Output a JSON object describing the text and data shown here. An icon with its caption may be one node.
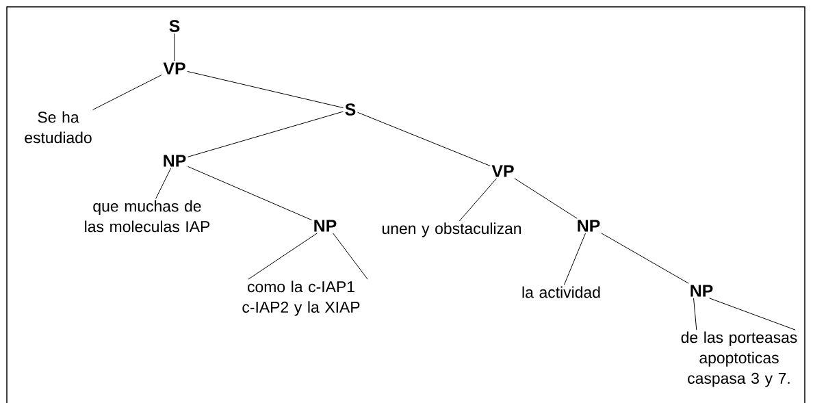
{
  "diagram": {
    "nodes": [
      {
        "text": [
          "S"
        ]
      },
      {
        "text": [
          "VP"
        ]
      },
      {
        "text": [
          "Se ha estudiado"
        ]
      },
      {
        "text": [
          "S"
        ]
      },
      {
        "text": [
          "NP"
        ]
      },
      {
        "text": [
          "VP"
        ]
      },
      {
        "text": [
          "que muchas de las moleculas IAP"
        ]
      },
      {
        "text": [
          "NP"
        ]
      },
      {
        "text": [
          "unen y obstaculizan"
        ]
      },
      {
        "text": [
          "NP"
        ]
      },
      {
        "text": [
          "como la c-IAP1 c-IAP2 y la XIAP"
        ]
      },
      {
        "text": [
          "la actividad"
        ]
      },
      {
        "text": [
          "NP"
        ]
      },
      {
        "text": [
          "de las porteasas apoptoticas caspasa 3 y 7."
        ]
      }
    ],
    "edges": [
      {
        "from": 0,
        "to": 1,
        "arrow": "none"
      },
      {
        "from": 1,
        "to": 2,
        "arrow": "none"
      },
      {
        "from": 1,
        "to": 3,
        "arrow": "none"
      },
      {
        "from": 3,
        "to": 4,
        "arrow": "none"
      },
      {
        "from": 3,
        "to": 5,
        "arrow": "none"
      },
      {
        "from": 4,
        "to": 6,
        "arrow": "none"
      },
      {
        "from": 4,
        "to": 7,
        "arrow": "none"
      },
      {
        "from": 5,
        "to": 8,
        "arrow": "none"
      },
      {
        "from": 5,
        "to": 9,
        "arrow": "none"
      },
      {
        "from": 7,
        "to": 10,
        "arrow": "none"
      },
      {
        "from": 7,
        "to": 10,
        "arrow": "none"
      },
      {
        "from": 9,
        "to": 11,
        "arrow": "none"
      },
      {
        "from": 9,
        "to": 12,
        "arrow": "none"
      },
      {
        "from": 12,
        "to": 13,
        "arrow": "none"
      },
      {
        "from": 12,
        "to": 13,
        "arrow": "none"
      }
    ]
  }
}
